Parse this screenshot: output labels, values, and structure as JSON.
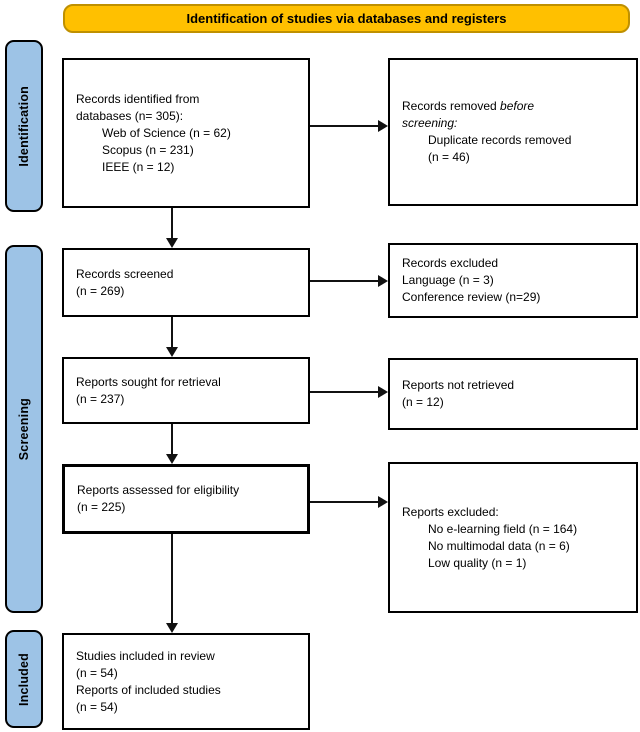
{
  "banner": {
    "label": "Identification of studies via databases and registers"
  },
  "sidebar": {
    "items": [
      {
        "label": "Identification"
      },
      {
        "label": "Screening"
      },
      {
        "label": "Included"
      }
    ]
  },
  "flow": {
    "identified": {
      "lines": [
        "Records identified from",
        "databases (n= 305):"
      ],
      "items": [
        "Web of Science (n = 62)",
        "Scopus (n = 231)",
        "IEEE (n = 12)"
      ]
    },
    "removed": {
      "line1_normal": "Records removed ",
      "line1_italic": "before",
      "line2_italic": "screening:",
      "items": [
        "Duplicate records removed",
        "(n = 46)"
      ]
    },
    "screened": {
      "lines": [
        "Records screened",
        "(n = 269)"
      ]
    },
    "excluded_records": {
      "lines": [
        "Records excluded",
        "Language (n = 3)",
        "Conference review (n=29)"
      ]
    },
    "sought": {
      "lines": [
        "Reports sought for retrieval",
        "(n = 237)"
      ]
    },
    "not_retrieved": {
      "lines": [
        "Reports not retrieved",
        "(n = 12)"
      ]
    },
    "assessed": {
      "lines": [
        "Reports assessed for eligibility",
        "(n = 225)"
      ]
    },
    "excluded_reports": {
      "lines": [
        "Reports excluded:"
      ],
      "items": [
        "No e-learning field (n = 164)",
        "No multimodal data (n = 6)",
        "Low quality (n = 1)"
      ]
    },
    "included": {
      "lines": [
        "Studies included in review",
        "(n = 54)",
        "Reports of included studies",
        "(n = 54)"
      ]
    }
  },
  "colors": {
    "banner_bg": "#FFC000",
    "banner_border": "#BF9000",
    "sidebar_bg": "#9DC3E6",
    "box_border": "#000000",
    "arrow": "#111111"
  }
}
